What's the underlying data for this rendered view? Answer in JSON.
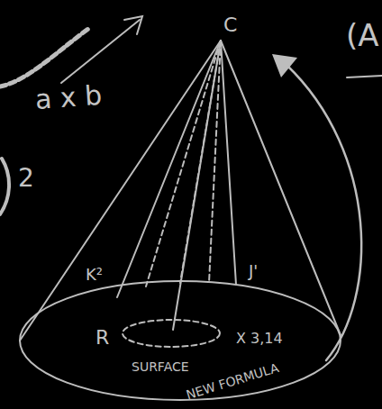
{
  "diagram": {
    "labels": [
      "C",
      "a x b",
      "(A",
      "2",
      "K²",
      "J'",
      "R",
      "X 3,14",
      "SURFACE",
      "NEW FORMULA"
    ]
  }
}
